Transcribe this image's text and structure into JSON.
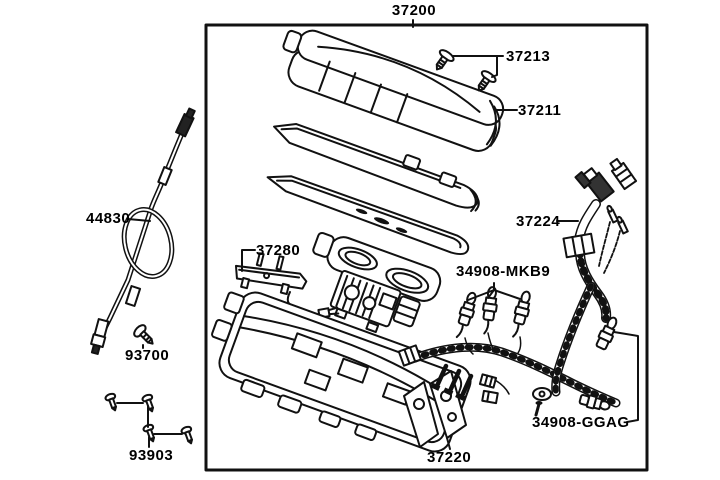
{
  "diagram": {
    "type": "exploded-parts-diagram",
    "colors": {
      "line": "#111111",
      "background": "#ffffff"
    },
    "labels": {
      "assembly": "37200",
      "screws_top": "37213",
      "upper_cover": "37211",
      "wire_harness": "37224",
      "bulb_socket_mkb9": "34908-MKB9",
      "speedometer_cable": "44830",
      "sensor_bracket": "37280",
      "screw_single": "93700",
      "screws_case": "93903",
      "bulb_socket_ggag": "34908-GGAG",
      "lower_case": "37220"
    }
  }
}
